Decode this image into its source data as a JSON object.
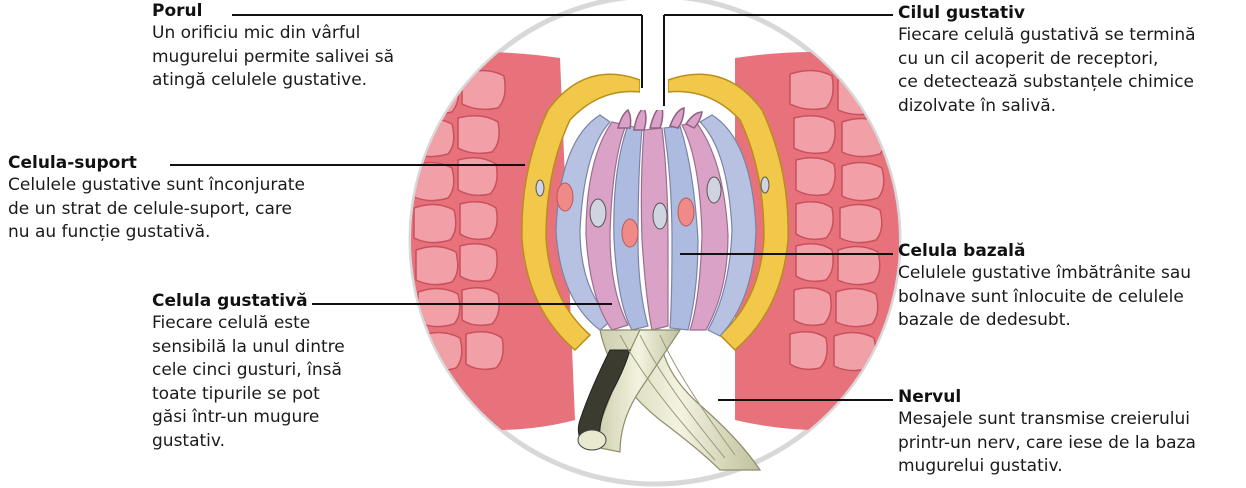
{
  "labels": {
    "porul": {
      "title": "Porul",
      "text": "Un orificiu mic din vârful\nmugurelui permite salivei să\natingă celulele gustative."
    },
    "celula_suport": {
      "title": "Celula-suport",
      "text": "Celulele gustative sunt înconjurate\nde un strat de celule-suport, care\nnu au funcție gustativă."
    },
    "celula_gustativa": {
      "title": "Celula gustativă",
      "text": "Fiecare celulă este\nsensibilă la unul dintre\ncele cinci gusturi, însă\ntoate tipurile se pot\ngăsi într-un mugure\ngustativ."
    },
    "cilul_gustativ": {
      "title": "Cilul gustativ",
      "text": "Fiecare celulă gustativă se termină\ncu un cil acoperit de receptori,\nce detectează substanțele chimice\ndizolvate în salivă."
    },
    "celula_bazala": {
      "title": "Celula bazală",
      "text": "Celulele gustative îmbătrânite sau\nbolnave sunt înlocuite de celulele\nbazale de dedesubt."
    },
    "nervul": {
      "title": "Nervul",
      "text": "Mesajele sunt transmise creierului\nprintr-un nerv, care iese de la baza\nmugurelui gustativ."
    }
  },
  "colors": {
    "tissue": "#e8707c",
    "tissue_light": "#f4b0b2",
    "support_layer": "#f2c84a",
    "taste_cell_blue": "#a9b8dc",
    "taste_cell_pink": "#dca0c6",
    "nucleus": "#f08a86",
    "nerve": "#e9ead0",
    "circle": "#d9d9d9",
    "leader_line": "#111111"
  }
}
